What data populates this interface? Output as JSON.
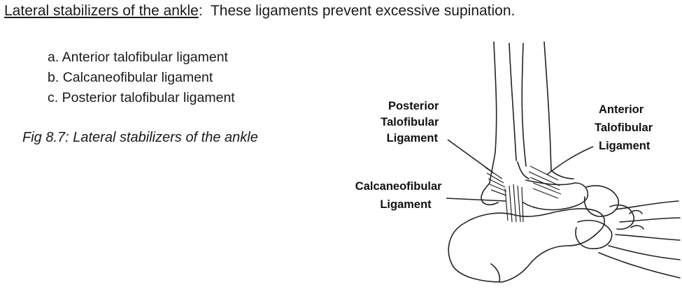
{
  "heading": {
    "topic": "Lateral stabilizers of the ankle",
    "colon": ":",
    "description": "These ligaments prevent excessive supination."
  },
  "ligaments": [
    {
      "marker": "a.",
      "name": "Anterior talofibular ligament"
    },
    {
      "marker": "b.",
      "name": "Calcaneofibular ligament"
    },
    {
      "marker": "c.",
      "name": "Posterior talofibular ligament"
    }
  ],
  "figure": {
    "caption": "Fig 8.7: Lateral stabilizers of the ankle",
    "labels": {
      "posterior": [
        "Posterior",
        "Talofibular",
        "Ligament"
      ],
      "anterior": [
        "Anterior",
        "Talofibular",
        "Ligament"
      ],
      "calcaneofibular": [
        "Calcaneofibular",
        "Ligament"
      ]
    }
  }
}
